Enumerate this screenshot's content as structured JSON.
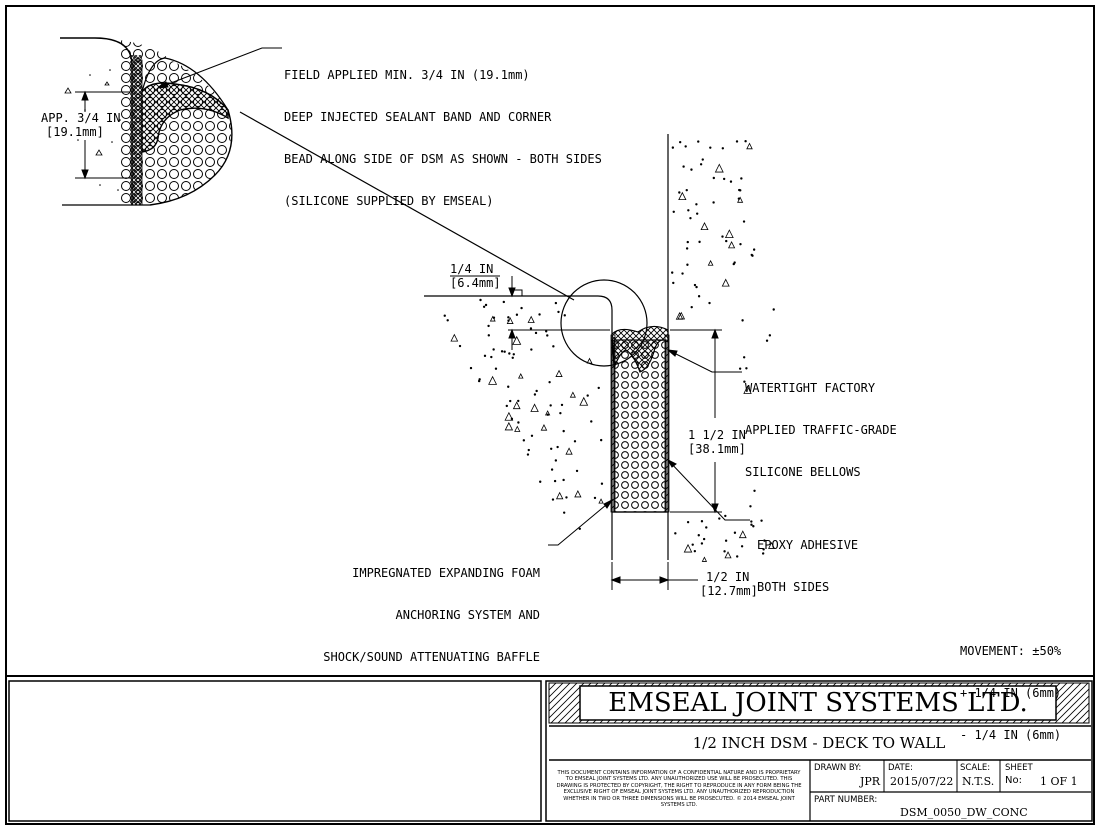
{
  "labels": {
    "field_applied": [
      "FIELD APPLIED MIN. 3/4 IN (19.1mm)",
      "DEEP INJECTED SEALANT BAND AND CORNER",
      "BEAD ALONG SIDE OF DSM AS SHOWN - BOTH SIDES",
      "(SILICONE SUPPLIED BY EMSEAL)"
    ],
    "app_dim": "APP. 3/4 IN",
    "app_dim_mm": "[19.1mm]",
    "recess_dim": "1/4 IN",
    "recess_dim_mm": "[6.4mm]",
    "bellows": [
      "WATERTIGHT FACTORY",
      "APPLIED TRAFFIC-GRADE",
      "SILICONE BELLOWS"
    ],
    "depth_dim": "1 1/2 IN",
    "depth_dim_mm": "[38.1mm]",
    "epoxy": [
      "EPOXY ADHESIVE",
      "BOTH SIDES"
    ],
    "foam": [
      "IMPREGNATED EXPANDING FOAM",
      "ANCHORING SYSTEM AND",
      "SHOCK/SOUND ATTENUATING BAFFLE"
    ],
    "width_dim": "1/2 IN",
    "width_dim_mm": "[12.7mm]",
    "movement": [
      "MOVEMENT: ±50%",
      "+ 1/4 IN (6mm)",
      "- 1/4 IN (6mm)"
    ]
  },
  "title_block": {
    "company": "EMSEAL JOINT SYSTEMS LTD.",
    "drawing_title": "1/2 INCH DSM - DECK TO WALL",
    "confidential_note": "THIS DOCUMENT CONTAINS INFORMATION OF A CONFIDENTIAL NATURE AND IS PROPRIETARY TO EMSEAL JOINT SYSTEMS LTD. ANY UNAUTHORIZED USE WILL BE PROSECUTED. THIS DRAWING IS PROTECTED BY COPYRIGHT, THE RIGHT TO REPRODUCE IN ANY FORM BEING THE EXCLUSIVE RIGHT OF EMSEAL JOINT SYSTEMS LTD. ANY UNAUTHORIZED REPRODUCTION WHETHER IN TWO OR THREE DIMENSIONS WILL BE PROSECUTED. © 2014 EMSEAL JOINT SYSTEMS LTD.",
    "drawn_by_label": "DRAWN BY:",
    "drawn_by": "JPR",
    "date_label": "DATE:",
    "date": "2015/07/22",
    "scale_label": "SCALE:",
    "scale": "N.T.S.",
    "sheet_label": "SHEET",
    "sheet_no_label": "No:",
    "sheet": "1 OF 1",
    "part_number_label": "PART NUMBER:",
    "part_number": "DSM_0050_DW_CONC"
  }
}
